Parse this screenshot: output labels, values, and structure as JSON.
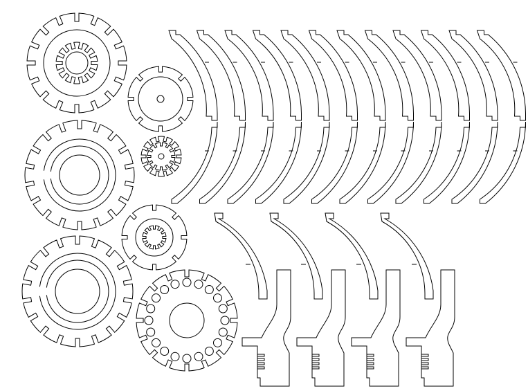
{
  "drawing": {
    "background_color": "#ffffff",
    "line_color": "#000000",
    "parts": {
      "slotted_discs": 4,
      "ring_discs": 3,
      "hole_ring_disc": 1,
      "hole_ring_disc_holes": 20,
      "arc_pieces_upper_row": 12,
      "arc_pieces_lower_row": 12,
      "leaf_arcs": 4,
      "finger_brackets": 4
    }
  }
}
